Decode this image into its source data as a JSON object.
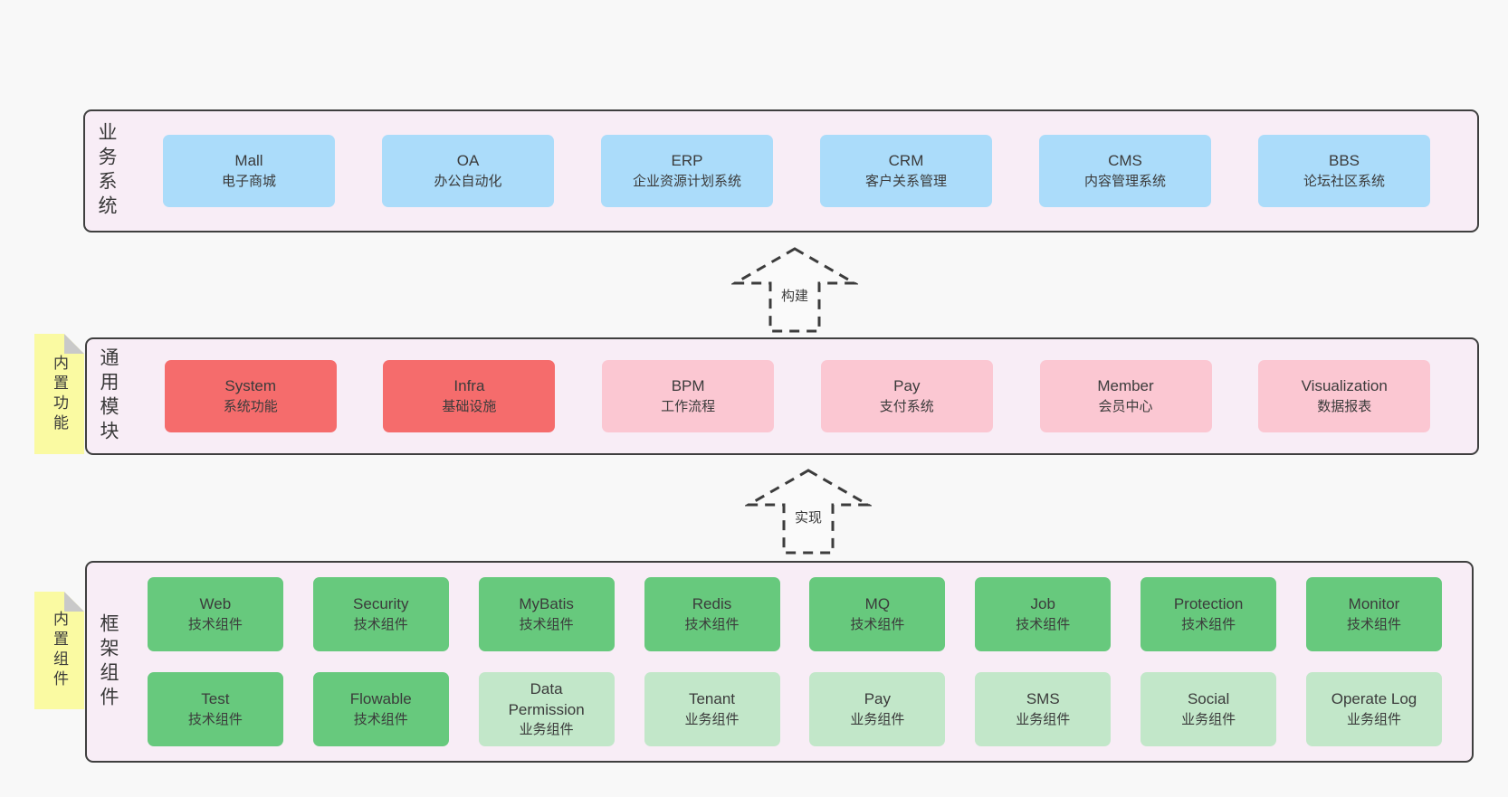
{
  "colors": {
    "page-bg": "#f8f8f8",
    "panel-bg": "#f8edf6",
    "panel-border": "#3f3f3f",
    "blue": "#abdcfa",
    "red": "#f56c6c",
    "pink": "#fbc7d2",
    "green": "#67c97d",
    "lightgreen": "#c2e7c9",
    "yellow": "#fafaa2",
    "fold": "#c9c9c9",
    "ink": "#3b3b3b",
    "arrow": "#3c3c3c"
  },
  "sections": [
    {
      "id": "business",
      "label": "业务系统",
      "boxes": [
        {
          "name": "Mall",
          "desc": "电子商城",
          "variant": "blue"
        },
        {
          "name": "OA",
          "desc": "办公自动化",
          "variant": "blue"
        },
        {
          "name": "ERP",
          "desc": "企业资源计划系统",
          "variant": "blue"
        },
        {
          "name": "CRM",
          "desc": "客户关系管理",
          "variant": "blue"
        },
        {
          "name": "CMS",
          "desc": "内容管理系统",
          "variant": "blue"
        },
        {
          "name": "BBS",
          "desc": "论坛社区系统",
          "variant": "blue"
        }
      ]
    },
    {
      "id": "modules",
      "label": "通用模块",
      "tab": "内置功能",
      "boxes": [
        {
          "name": "System",
          "desc": "系统功能",
          "variant": "red"
        },
        {
          "name": "Infra",
          "desc": "基础设施",
          "variant": "red"
        },
        {
          "name": "BPM",
          "desc": "工作流程",
          "variant": "pink"
        },
        {
          "name": "Pay",
          "desc": "支付系统",
          "variant": "pink"
        },
        {
          "name": "Member",
          "desc": "会员中心",
          "variant": "pink"
        },
        {
          "name": "Visualization",
          "desc": "数据报表",
          "variant": "pink"
        }
      ]
    },
    {
      "id": "components",
      "label": "框架组件",
      "tab": "内置组件",
      "rows": [
        [
          {
            "name": "Web",
            "desc": "技术组件",
            "variant": "green"
          },
          {
            "name": "Security",
            "desc": "技术组件",
            "variant": "green"
          },
          {
            "name": "MyBatis",
            "desc": "技术组件",
            "variant": "green"
          },
          {
            "name": "Redis",
            "desc": "技术组件",
            "variant": "green"
          },
          {
            "name": "MQ",
            "desc": "技术组件",
            "variant": "green"
          },
          {
            "name": "Job",
            "desc": "技术组件",
            "variant": "green"
          },
          {
            "name": "Protection",
            "desc": "技术组件",
            "variant": "green"
          },
          {
            "name": "Monitor",
            "desc": "技术组件",
            "variant": "green"
          }
        ],
        [
          {
            "name": "Test",
            "desc": "技术组件",
            "variant": "green"
          },
          {
            "name": "Flowable",
            "desc": "技术组件",
            "variant": "green"
          },
          {
            "name": "Data Permission",
            "desc": "业务组件",
            "variant": "lightgreen"
          },
          {
            "name": "Tenant",
            "desc": "业务组件",
            "variant": "lightgreen"
          },
          {
            "name": "Pay",
            "desc": "业务组件",
            "variant": "lightgreen"
          },
          {
            "name": "SMS",
            "desc": "业务组件",
            "variant": "lightgreen"
          },
          {
            "name": "Social",
            "desc": "业务组件",
            "variant": "lightgreen"
          },
          {
            "name": "Operate Log",
            "desc": "业务组件",
            "variant": "lightgreen"
          }
        ]
      ]
    }
  ],
  "arrows": [
    {
      "label": "构建"
    },
    {
      "label": "实现"
    }
  ]
}
